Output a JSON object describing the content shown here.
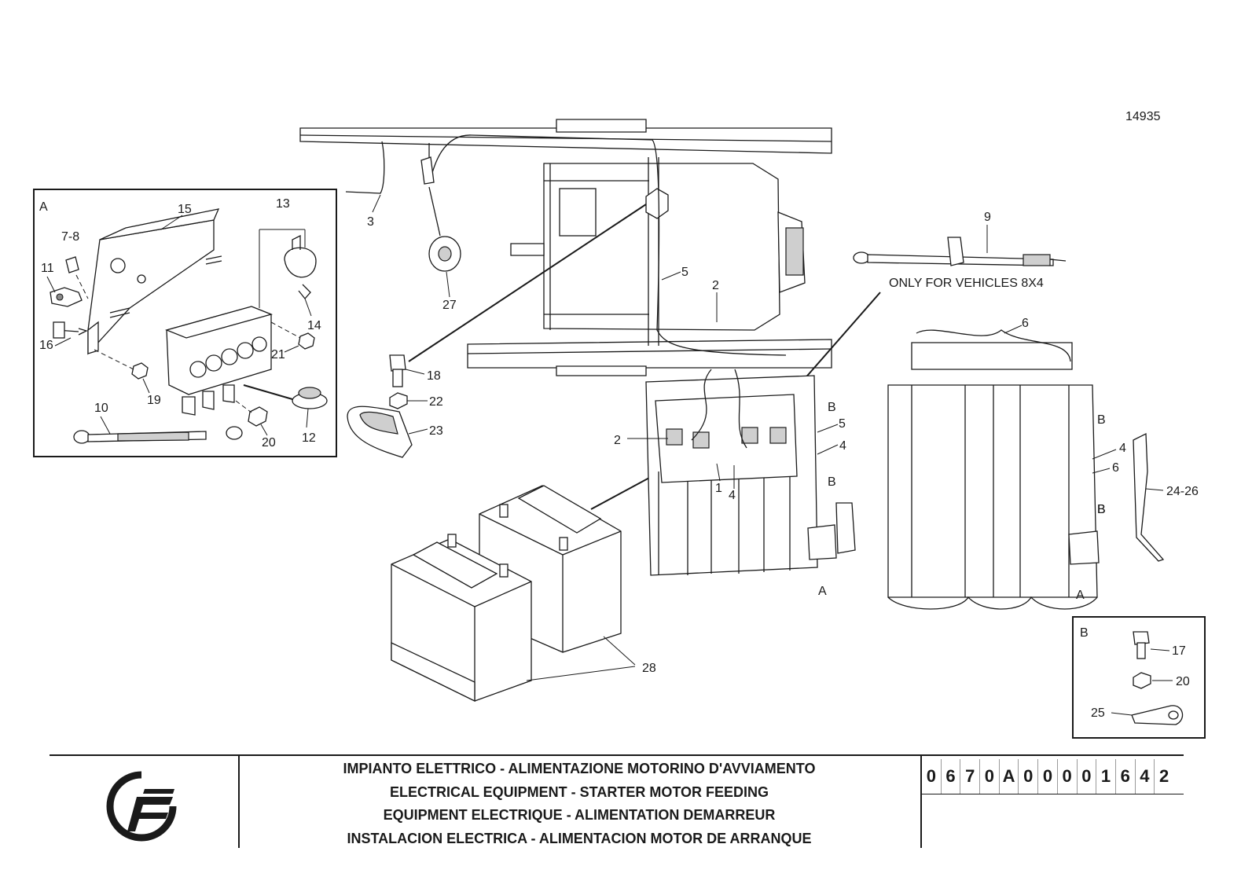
{
  "drawing_number": "14935",
  "panel_a": {
    "letter": "A",
    "labels": [
      "15",
      "13",
      "7-8",
      "11",
      "16",
      "14",
      "21",
      "19",
      "10",
      "20",
      "12"
    ]
  },
  "panel_b": {
    "letter": "B",
    "labels": [
      "17",
      "20",
      "25"
    ]
  },
  "main_labels": [
    "3",
    "27",
    "5",
    "2",
    "9",
    "18",
    "22",
    "23",
    "2",
    "1",
    "4",
    "5",
    "4",
    "6",
    "4",
    "6",
    "24-26",
    "28"
  ],
  "section_markers": [
    "B",
    "B",
    "B",
    "B",
    "B",
    "A",
    "A"
  ],
  "note": "ONLY FOR VEHICLES 8X4",
  "title_block": {
    "titles": [
      "IMPIANTO ELETTRICO - ALIMENTAZIONE MOTORINO D'AVVIAMENTO",
      "ELECTRICAL EQUIPMENT - STARTER MOTOR FEEDING",
      "EQUIPMENT ELECTRIQUE - ALIMENTATION DEMARREUR",
      "INSTALACION ELECTRICA - ALIMENTACION MOTOR DE ARRANQUE"
    ],
    "code_chars": [
      "0",
      "6",
      "7",
      "0",
      "A",
      "0",
      "0",
      "0",
      "0",
      "1",
      "6",
      "4",
      "2"
    ],
    "logo": "manufacturer-logo-icon"
  }
}
